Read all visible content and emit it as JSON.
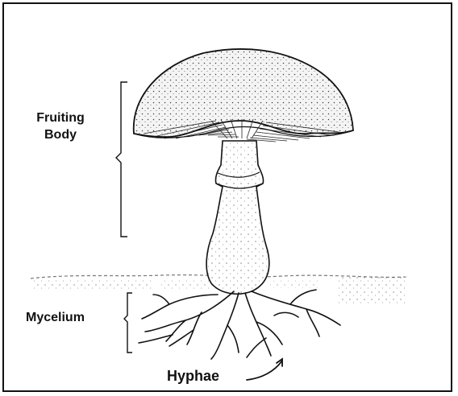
{
  "labels": {
    "fruiting_body_line1": "Fruiting",
    "fruiting_body_line2": "Body",
    "mycelium": "Mycelium",
    "hyphae": "Hyphae"
  },
  "colors": {
    "ink": "#111111",
    "cap_fill": "#f4f4f4",
    "soil_speckle": "#6a6a6a",
    "frame": "#111111"
  },
  "icons": {
    "illustration": "mushroom-illustration-icon"
  }
}
